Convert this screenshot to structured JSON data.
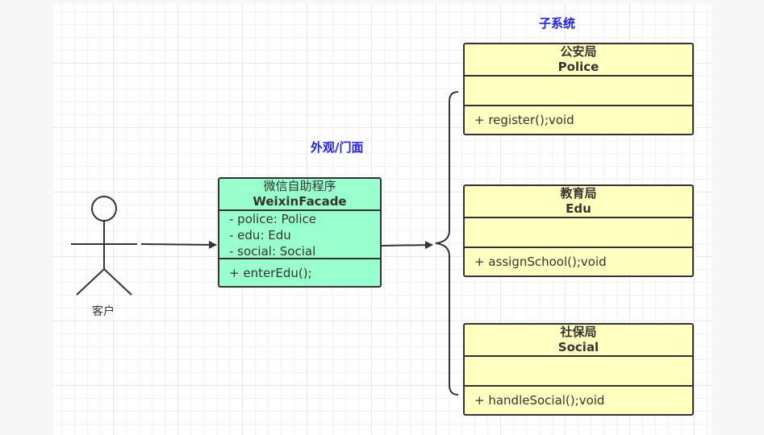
{
  "labels": {
    "subsystem": "子系统",
    "facade_group": "外观/门面",
    "client": "客户"
  },
  "facade": {
    "stereotype": "微信自助程序",
    "name": "WeixinFacade",
    "attributes": [
      "- police: Police",
      "- edu: Edu",
      "- social: Social"
    ],
    "methods": [
      "+ enterEdu();"
    ]
  },
  "subsystems": [
    {
      "title_cn": "公安局",
      "name": "Police",
      "method": "+ register();void"
    },
    {
      "title_cn": "教育局",
      "name": "Edu",
      "method": "+ assignSchool();void"
    },
    {
      "title_cn": "社保局",
      "name": "Social",
      "method": "+ handleSocial();void"
    }
  ],
  "colors": {
    "facade_fill": "#99ffcc",
    "subsystem_fill": "#ffffc0",
    "label_blue": "#1f1fe0",
    "stroke": "#333333"
  }
}
